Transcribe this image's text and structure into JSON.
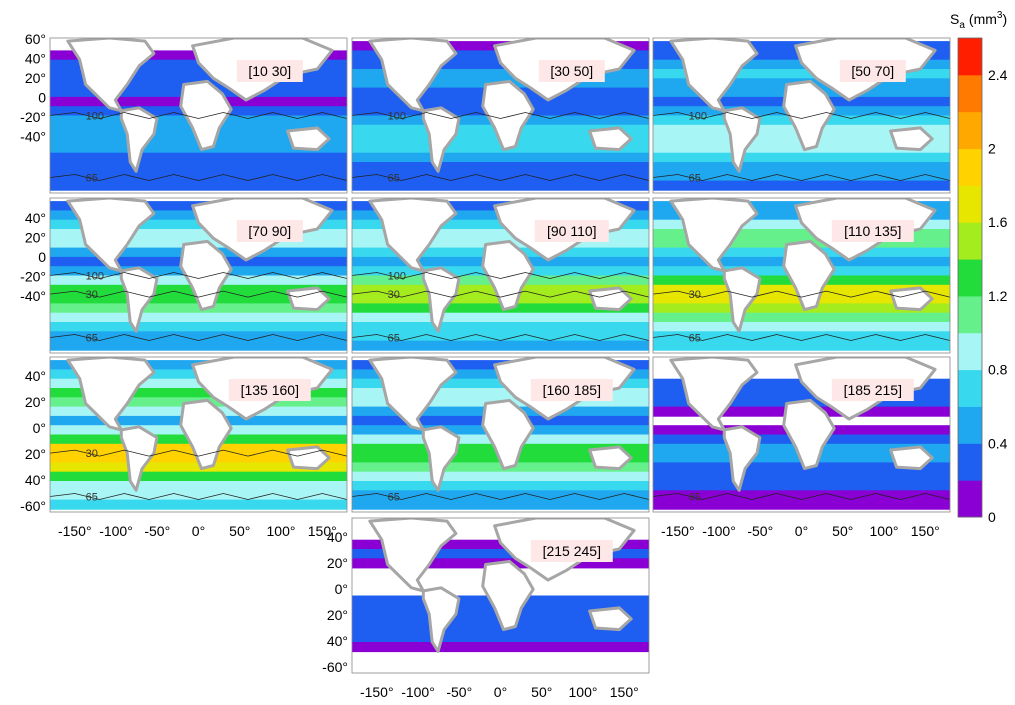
{
  "chart_data": {
    "type": "heatmap",
    "layout": "small-multiples 4x3 map panels",
    "colorbar": {
      "label": "S",
      "label_sub": "a",
      "label_unit": "(mm",
      "label_sup": "3",
      "label_close": ")",
      "range": [
        0,
        2.6
      ],
      "ticks": [
        0,
        0.4,
        0.8,
        1.2,
        1.6,
        2,
        2.4
      ],
      "tick_labels": [
        "0",
        "0.4",
        "0.8",
        "1.2",
        "1.6",
        "2",
        "2.4"
      ],
      "colors": [
        "#8a00d4",
        "#1e5ef0",
        "#1fa8f0",
        "#38d8ee",
        "#a8f5f5",
        "#66f08c",
        "#22dc3c",
        "#a4ec1e",
        "#e6e600",
        "#ffd200",
        "#ffa800",
        "#ff7a00",
        "#ff1e00"
      ]
    },
    "lon_ticks": [
      -150,
      -100,
      -50,
      0,
      50,
      100,
      150
    ],
    "lon_tick_labels": [
      "-150°",
      "-100°",
      "-50°",
      "0°",
      "50°",
      "100°",
      "150°"
    ],
    "lat_tick_labels_first": [
      "60°",
      "40°",
      "20°",
      "0",
      "-20°",
      "-40°"
    ],
    "lat_tick_labels_mid": [
      "40°",
      "20°",
      "0",
      "-20°",
      "-40°"
    ],
    "lat_tick_labels_third": [
      "40°",
      "20°",
      "0°",
      "20°",
      "40°",
      "-60°"
    ],
    "lat_tick_labels_last": [
      "40°",
      "20°",
      "0°",
      "20°",
      "40°",
      "-60°"
    ],
    "contour_levels": [
      "30",
      "65",
      "100"
    ],
    "panels": [
      {
        "label": "[10 30]",
        "intensity": 0.55,
        "contours": [
          "65",
          "100"
        ]
      },
      {
        "label": "[30 50]",
        "intensity": 0.7,
        "contours": [
          "65",
          "100"
        ]
      },
      {
        "label": "[50 70]",
        "intensity": 0.9,
        "contours": [
          "65",
          "100"
        ]
      },
      {
        "label": "[70 90]",
        "intensity": 1.3,
        "contours": [
          "30",
          "65",
          "100"
        ]
      },
      {
        "label": "[90 110]",
        "intensity": 1.4,
        "contours": [
          "30",
          "65",
          "100"
        ]
      },
      {
        "label": "[110 135]",
        "intensity": 1.6,
        "contours": [
          "30",
          "65"
        ]
      },
      {
        "label": "[135 160]",
        "intensity": 1.8,
        "contours": [
          "30",
          "65"
        ]
      },
      {
        "label": "[160 185]",
        "intensity": 1.3,
        "contours": [
          "65"
        ]
      },
      {
        "label": "[185 215]",
        "intensity": 0.4,
        "contours": [
          "65"
        ]
      },
      {
        "label": "[215 245]",
        "intensity": 0.3,
        "contours": []
      }
    ]
  }
}
